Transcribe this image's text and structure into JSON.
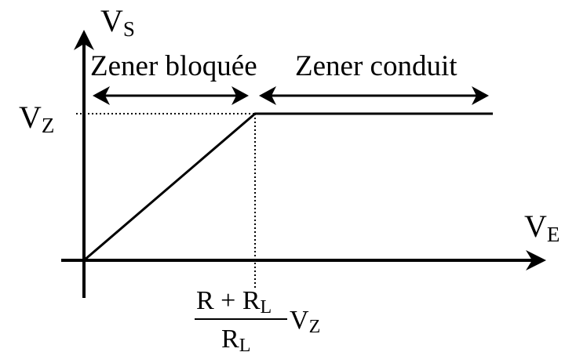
{
  "axes": {
    "y_label": {
      "main": "V",
      "sub": "S"
    },
    "x_label": {
      "main": "V",
      "sub": "E"
    }
  },
  "regions": {
    "blocked": "Zener bloquée",
    "conducting": "Zener conduit"
  },
  "levels": {
    "vz_label": {
      "main": "V",
      "sub": "Z"
    }
  },
  "breakpoint": {
    "numerator_a": "R + R",
    "numerator_sub": "L",
    "denominator": "R",
    "denominator_sub": "L",
    "factor": "V",
    "factor_sub": "Z"
  }
}
